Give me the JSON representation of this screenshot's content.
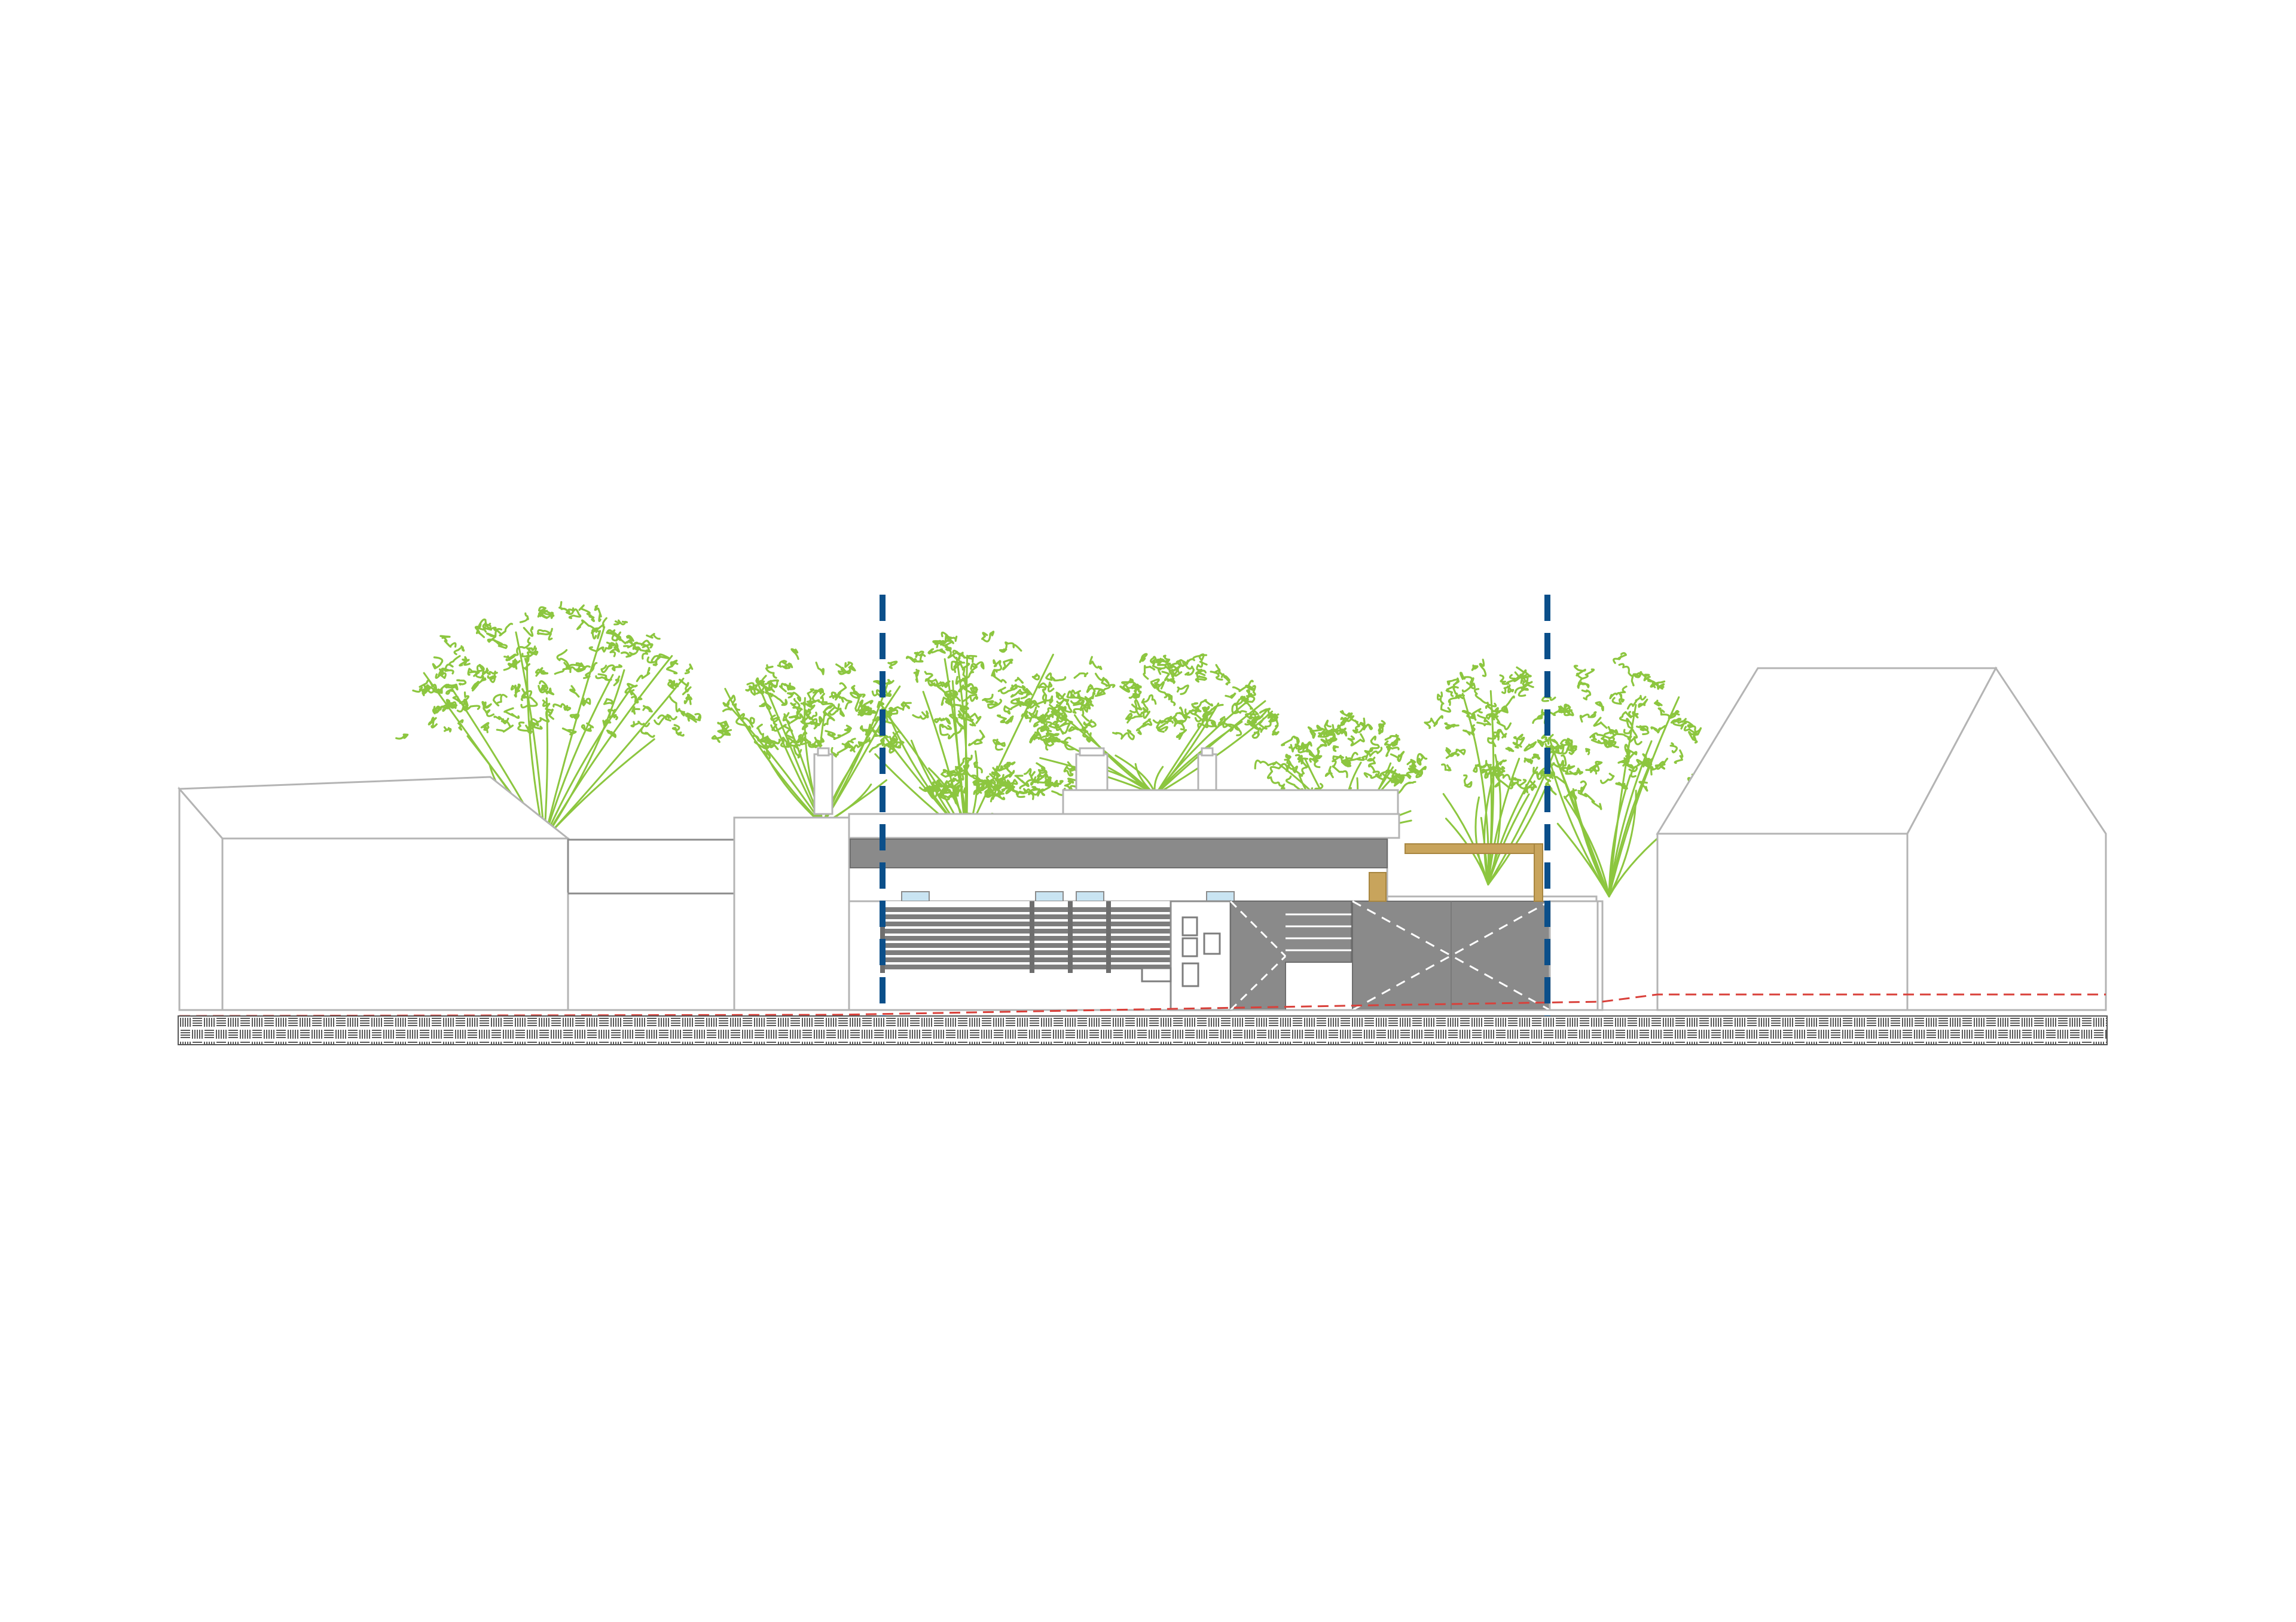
{
  "drawing": {
    "type": "street-elevation",
    "colors": {
      "background": "#ffffff",
      "outline": "#b4b4b4",
      "outline_dark": "#8c8c8c",
      "foliage": "#8cc63f",
      "facade_gray": "#8a8a8a",
      "slat_gray": "#7d7d7d",
      "window_blue": "#c9e4f2",
      "timber": "#c8a45c",
      "section_line": "#0b4f8a",
      "ground_line": "#d9403a",
      "paving_pattern": "#555555"
    },
    "elements": {
      "neighbor_left": "gable-house",
      "neighbor_right": "gable-house",
      "main_building": "flat-roof-house",
      "garage_gate": "cross-braced-gate",
      "fence": "horizontal-slat-fence",
      "pergola": "timber-frame",
      "section_markers": 2,
      "trees": 8
    }
  }
}
